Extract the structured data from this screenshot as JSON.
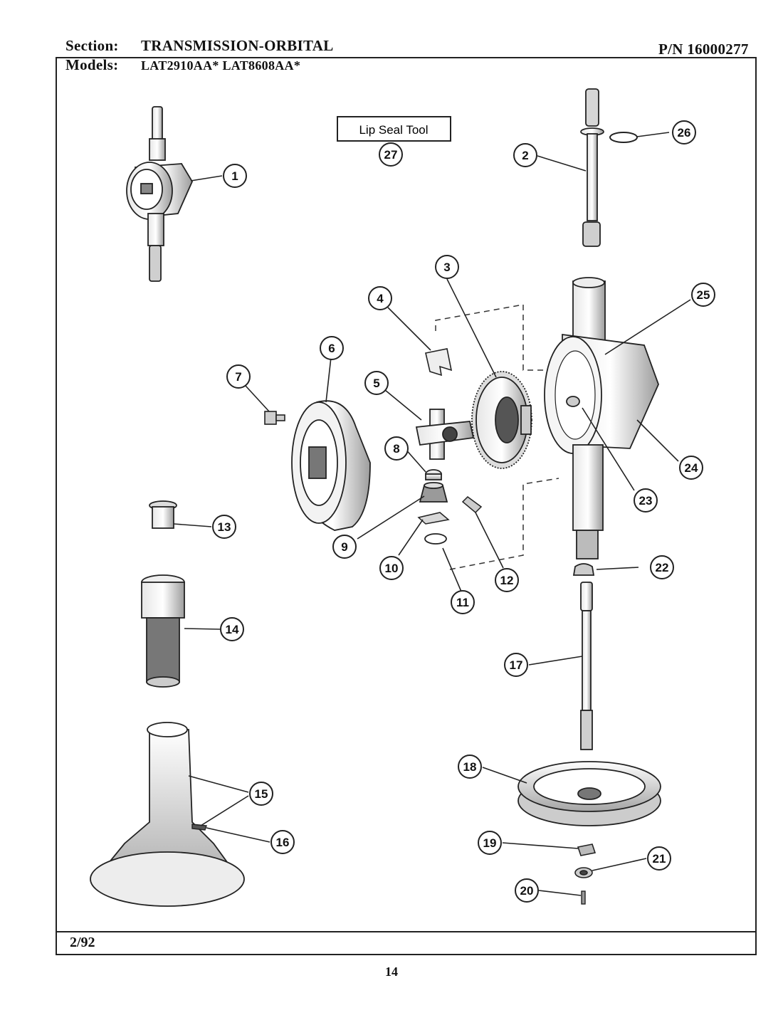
{
  "header": {
    "section_label": "Section:",
    "section_value": "TRANSMISSION-ORBITAL",
    "part_number": "P/N 16000277",
    "models_label": "Models:",
    "models_value": "LAT2910AA*  LAT8608AA*"
  },
  "tool_box_label": "Lip Seal Tool",
  "callouts": [
    "1",
    "2",
    "3",
    "4",
    "5",
    "6",
    "7",
    "8",
    "9",
    "10",
    "11",
    "12",
    "13",
    "14",
    "15",
    "16",
    "17",
    "18",
    "19",
    "20",
    "21",
    "22",
    "23",
    "24",
    "25",
    "26",
    "27"
  ],
  "footer": {
    "date_code": "2/92",
    "page_number": "14"
  },
  "colors": {
    "ink": "#111111",
    "part_fill": "#f2f2f2",
    "shade": "#9a9a9a"
  }
}
